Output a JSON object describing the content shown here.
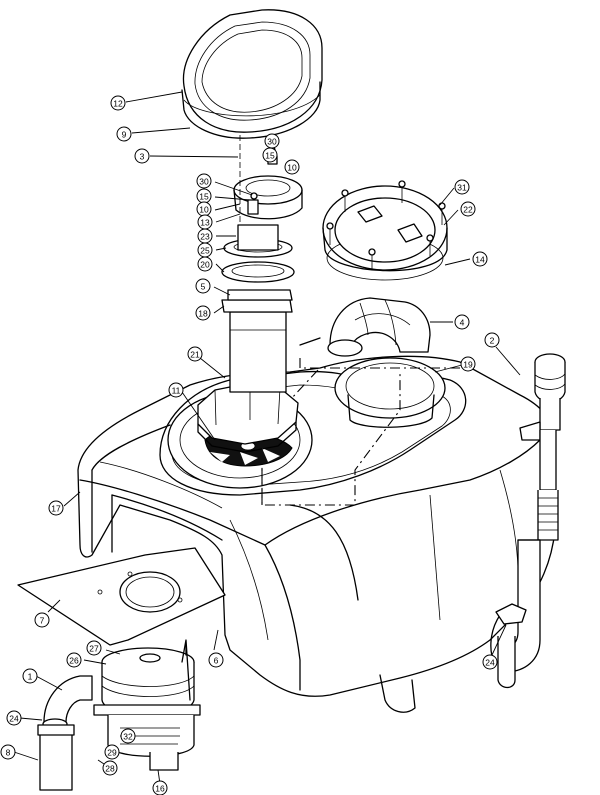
{
  "callouts": [
    {
      "id": "c12",
      "label": "12"
    },
    {
      "id": "c9",
      "label": "9"
    },
    {
      "id": "c3",
      "label": "3"
    },
    {
      "id": "c30a",
      "label": "30"
    },
    {
      "id": "c15a",
      "label": "15"
    },
    {
      "id": "c10a",
      "label": "10"
    },
    {
      "id": "c30b",
      "label": "30"
    },
    {
      "id": "c15b",
      "label": "15"
    },
    {
      "id": "c10b",
      "label": "10"
    },
    {
      "id": "c13",
      "label": "13"
    },
    {
      "id": "c23",
      "label": "23"
    },
    {
      "id": "c25",
      "label": "25"
    },
    {
      "id": "c20",
      "label": "20"
    },
    {
      "id": "c5",
      "label": "5"
    },
    {
      "id": "c18",
      "label": "18"
    },
    {
      "id": "c31",
      "label": "31"
    },
    {
      "id": "c22",
      "label": "22"
    },
    {
      "id": "c14",
      "label": "14"
    },
    {
      "id": "c4",
      "label": "4"
    },
    {
      "id": "c2",
      "label": "2"
    },
    {
      "id": "c21",
      "label": "21"
    },
    {
      "id": "c19",
      "label": "19"
    },
    {
      "id": "c11",
      "label": "11"
    },
    {
      "id": "c17",
      "label": "17"
    },
    {
      "id": "c7",
      "label": "7"
    },
    {
      "id": "c6",
      "label": "6"
    },
    {
      "id": "c27",
      "label": "27"
    },
    {
      "id": "c26",
      "label": "26"
    },
    {
      "id": "c1",
      "label": "1"
    },
    {
      "id": "c24a",
      "label": "24"
    },
    {
      "id": "c24b",
      "label": "24"
    },
    {
      "id": "c32",
      "label": "32"
    },
    {
      "id": "c29",
      "label": "29"
    },
    {
      "id": "c28",
      "label": "28"
    },
    {
      "id": "c16",
      "label": "16"
    },
    {
      "id": "c8",
      "label": "8"
    }
  ]
}
